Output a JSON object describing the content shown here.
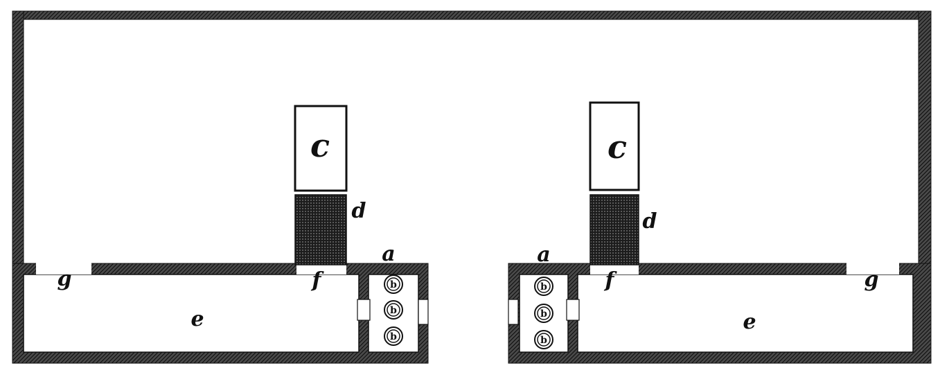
{
  "diagram": {
    "colors": {
      "wall": "#1a1a1a",
      "paper": "#ffffff",
      "ink": "#111111"
    },
    "labels": {
      "a": "a",
      "b": "b",
      "c": "c",
      "d": "d",
      "e": "e",
      "f": "f",
      "g": "g"
    }
  }
}
